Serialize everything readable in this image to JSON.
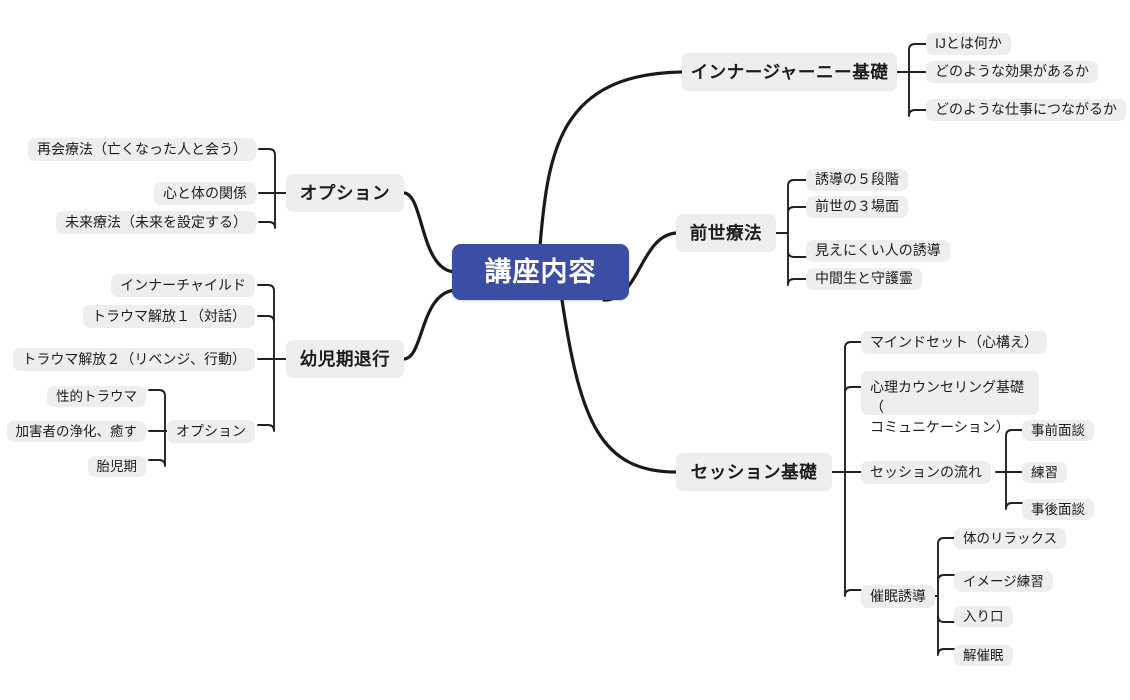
{
  "diagram": {
    "type": "mind-map",
    "title": "講座内容",
    "background_color": "#ffffff",
    "root_color": "#3c4ea3",
    "root_text_color": "#ffffff",
    "node_color": "#eeeeee",
    "node_text_color": "#1c1c1c",
    "connector_color": "#1a1a1a"
  },
  "root": {
    "label": "講座内容"
  },
  "branches": {
    "inner_journey": {
      "label": "インナージャーニー基礎",
      "children": [
        {
          "label": "IJとは何か"
        },
        {
          "label": "どのような効果があるか"
        },
        {
          "label": "どのような仕事につながるか"
        }
      ]
    },
    "past_life": {
      "label": "前世療法",
      "children": [
        {
          "label": "誘導の５段階"
        },
        {
          "label": "前世の３場面"
        },
        {
          "label": "見えにくい人の誘導"
        },
        {
          "label": "中間生と守護霊"
        }
      ]
    },
    "session_basics": {
      "label": "セッション基礎",
      "children": [
        {
          "label": "マインドセット（心構え）"
        },
        {
          "label": "心理カウンセリング基礎（\nコミュニケーション）"
        },
        {
          "label": "セッションの流れ",
          "children": [
            {
              "label": "事前面談"
            },
            {
              "label": "練習"
            },
            {
              "label": "事後面談"
            }
          ]
        },
        {
          "label": "催眠誘導",
          "children": [
            {
              "label": "体のリラックス"
            },
            {
              "label": "イメージ練習"
            },
            {
              "label": "入り口"
            },
            {
              "label": "解催眠"
            }
          ]
        }
      ]
    },
    "option": {
      "label": "オプション",
      "children": [
        {
          "label": "再会療法（亡くなった人と会う）"
        },
        {
          "label": "心と体の関係"
        },
        {
          "label": "未来療法（未来を設定する）"
        }
      ]
    },
    "infant_regression": {
      "label": "幼児期退行",
      "children": [
        {
          "label": "インナーチャイルド"
        },
        {
          "label": "トラウマ解放１（対話）"
        },
        {
          "label": "トラウマ解放２（リベンジ、行動）"
        },
        {
          "label": "オプション",
          "children": [
            {
              "label": "性的トラウマ"
            },
            {
              "label": "加害者の浄化、癒す"
            },
            {
              "label": "胎児期"
            }
          ]
        }
      ]
    }
  }
}
